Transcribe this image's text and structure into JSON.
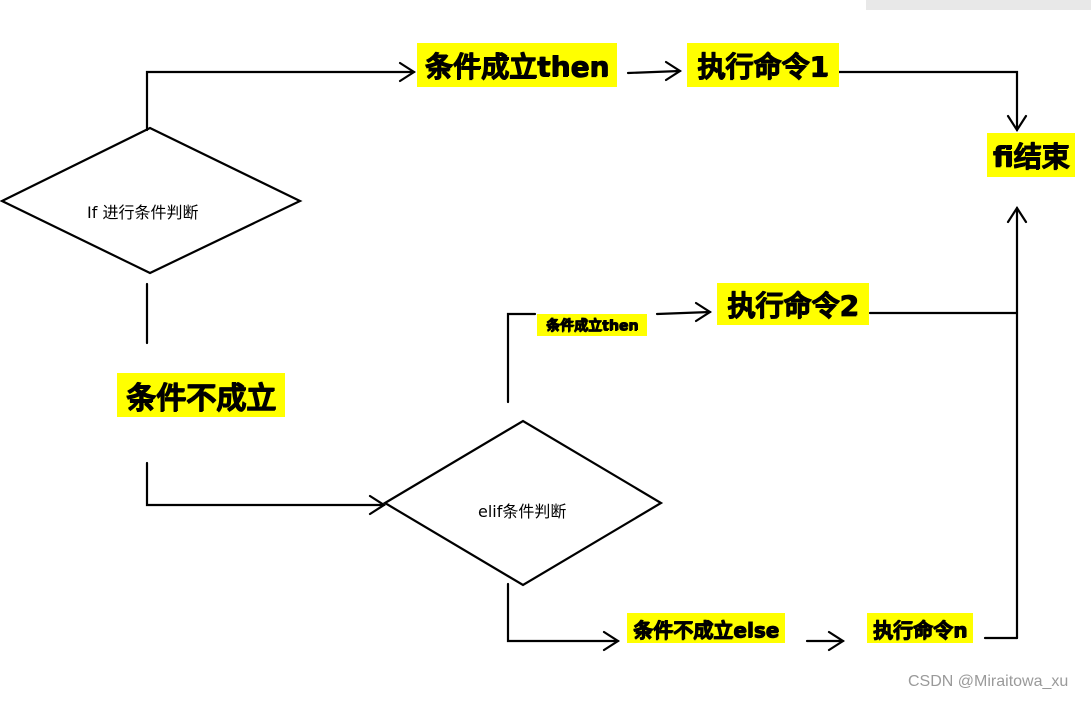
{
  "nodes": {
    "if_decision": "If 进行条件判断",
    "elif_decision": "elif条件判断",
    "cond_true_then_1": "条件成立then",
    "exec_cmd_1": "执行命令1",
    "fi_end": "fi结束",
    "cond_true_then_2": "条件成立then",
    "exec_cmd_2": "执行命令2",
    "cond_false": "条件不成立",
    "cond_false_else": "条件不成立else",
    "exec_cmd_n": "执行命令n"
  },
  "colors": {
    "highlight": "#ffff00",
    "line": "#000000",
    "watermark": "#9a9a9a"
  },
  "watermark": "CSDN @Miraitowa_xu"
}
